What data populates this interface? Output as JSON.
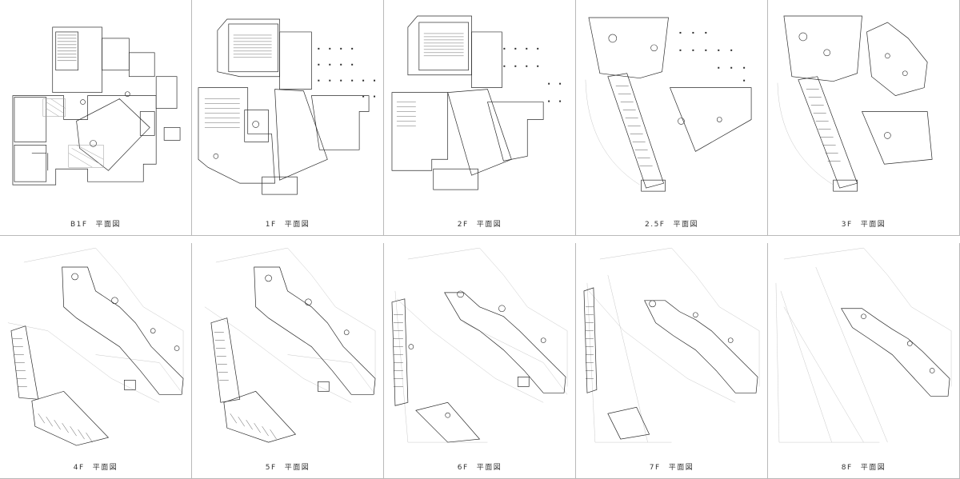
{
  "panels": [
    {
      "floor": "B1F",
      "title": "平面図"
    },
    {
      "floor": "1F",
      "title": "平面図"
    },
    {
      "floor": "2F",
      "title": "平面図"
    },
    {
      "floor": "2.5F",
      "title": "平面図"
    },
    {
      "floor": "3F",
      "title": "平面図"
    },
    {
      "floor": "4F",
      "title": "平面図"
    },
    {
      "floor": "5F",
      "title": "平面図"
    },
    {
      "floor": "6F",
      "title": "平面図"
    },
    {
      "floor": "7F",
      "title": "平面図"
    },
    {
      "floor": "8F",
      "title": "平面図"
    }
  ],
  "colors": {
    "line": "#2b2b2b",
    "faint": "#c8c8c8",
    "hatch": "#9a9a9a",
    "border": "#b9b9b9"
  }
}
